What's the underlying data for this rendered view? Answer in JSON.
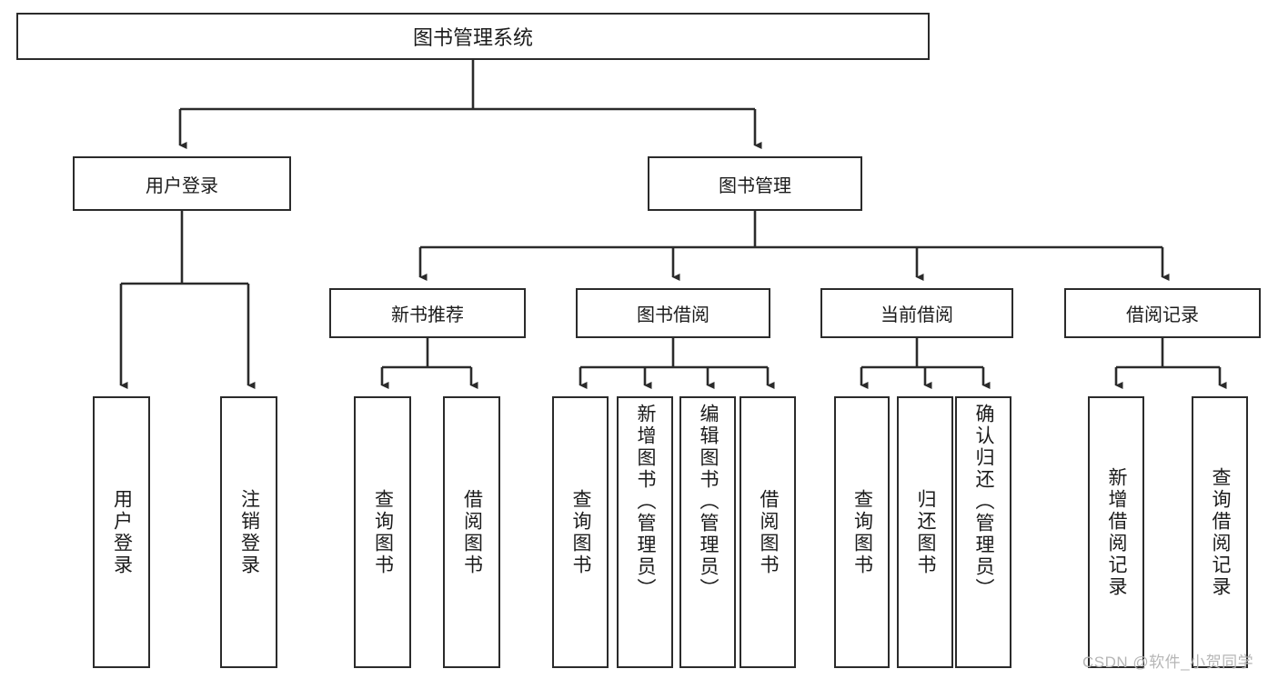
{
  "diagram": {
    "title": "图书管理系统",
    "type": "functional-decomposition-tree",
    "colors": {
      "stroke": "#2b2b2b",
      "fill": "#ffffff",
      "text": "#1b1b1b",
      "watermark": "#b6b6b6"
    },
    "root": {
      "label": "图书管理系统"
    },
    "level2": [
      {
        "label": "用户登录"
      },
      {
        "label": "图书管理"
      }
    ],
    "level3": [
      {
        "label": "新书推荐"
      },
      {
        "label": "图书借阅"
      },
      {
        "label": "当前借阅"
      },
      {
        "label": "借阅记录"
      }
    ],
    "leaves": {
      "user_login": [
        {
          "label": "用户登录"
        },
        {
          "label": "注销登录"
        }
      ],
      "new_book_recommend": [
        {
          "label": "查询图书"
        },
        {
          "label": "借阅图书"
        }
      ],
      "book_borrow": [
        {
          "label": "查询图书"
        },
        {
          "label": "新增图书（管理员）"
        },
        {
          "label": "编辑图书（管理员）"
        },
        {
          "label": "借阅图书"
        }
      ],
      "current_borrow": [
        {
          "label": "查询图书"
        },
        {
          "label": "归还图书"
        },
        {
          "label": "确认归还（管理员）"
        }
      ],
      "borrow_records": [
        {
          "label": "新增借阅记录"
        },
        {
          "label": "查询借阅记录"
        }
      ]
    }
  },
  "watermark": {
    "text": "CSDN @软件_小贺同学"
  }
}
